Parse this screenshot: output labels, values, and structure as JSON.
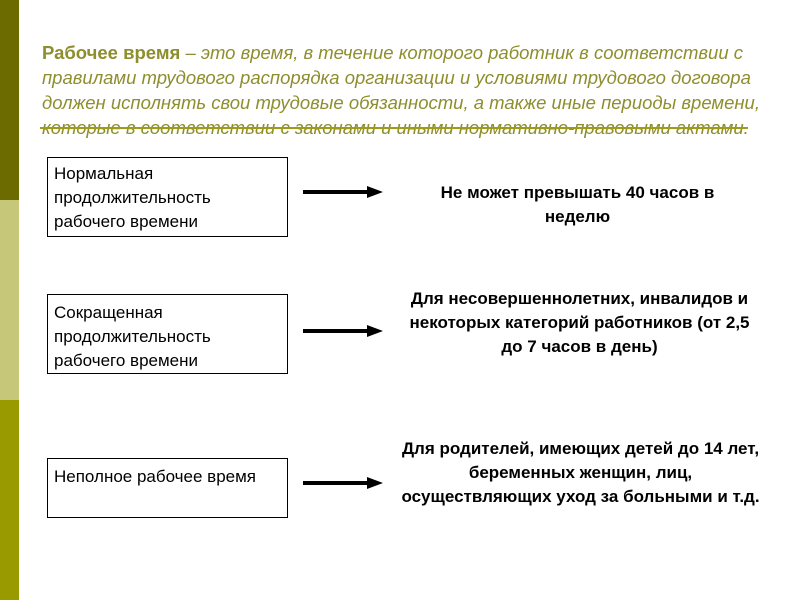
{
  "definition": {
    "term": "Рабочее время",
    "text": " – это время, в течение которого работник в соответствии с правилами трудового распорядка организации и условиями трудового договора должен исполнять свои трудовые обязанности, а также иные периоды времени, которые в соответствии с законами и иными нормативно-правовыми актами."
  },
  "rows": [
    {
      "label": "Нормальная продолжительность рабочего времени",
      "description": "Не может превышать 40 часов в неделю"
    },
    {
      "label": "Сокращенная продолжительность рабочего времени",
      "description": "Для несовершеннолетних, инвалидов и некоторых категорий работников (от 2,5 до 7 часов в день)"
    },
    {
      "label": "Неполное рабочее время",
      "description": "Для родителей, имеющих детей до 14 лет, беременных женщин, лиц, осуществляющих уход за больными и т.д."
    }
  ],
  "colors": {
    "accent_text": "#8e8e2e",
    "stripe_dark": "#6b6b00",
    "stripe_light": "#c7c77a",
    "stripe_mid": "#999900"
  }
}
